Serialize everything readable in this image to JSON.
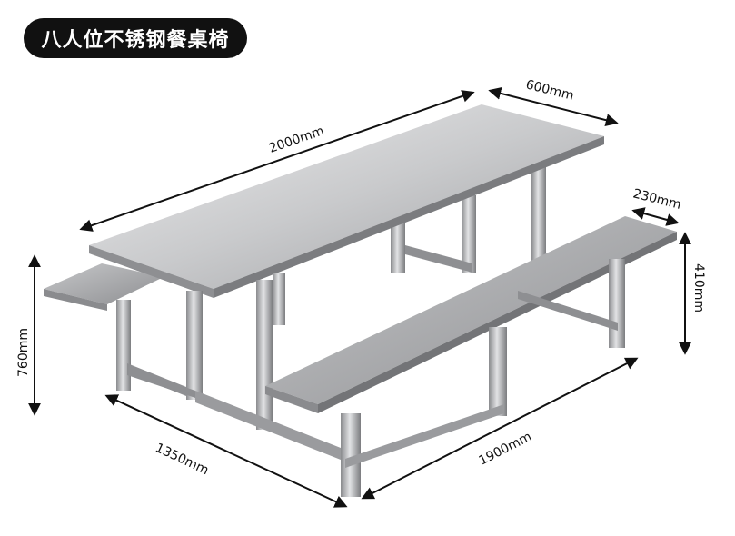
{
  "title": "八人位不锈钢餐桌椅",
  "dimensions": {
    "table_length": "2000mm",
    "table_width": "600mm",
    "bench_width": "230mm",
    "bench_height": "410mm",
    "table_height": "760mm",
    "frame_depth": "1350mm",
    "frame_length": "1900mm"
  },
  "colors": {
    "steel_light": "#d9dadc",
    "steel_mid": "#a9aaad",
    "steel_dark": "#6f7073",
    "arrow": "#111111",
    "pill": "#111111"
  }
}
